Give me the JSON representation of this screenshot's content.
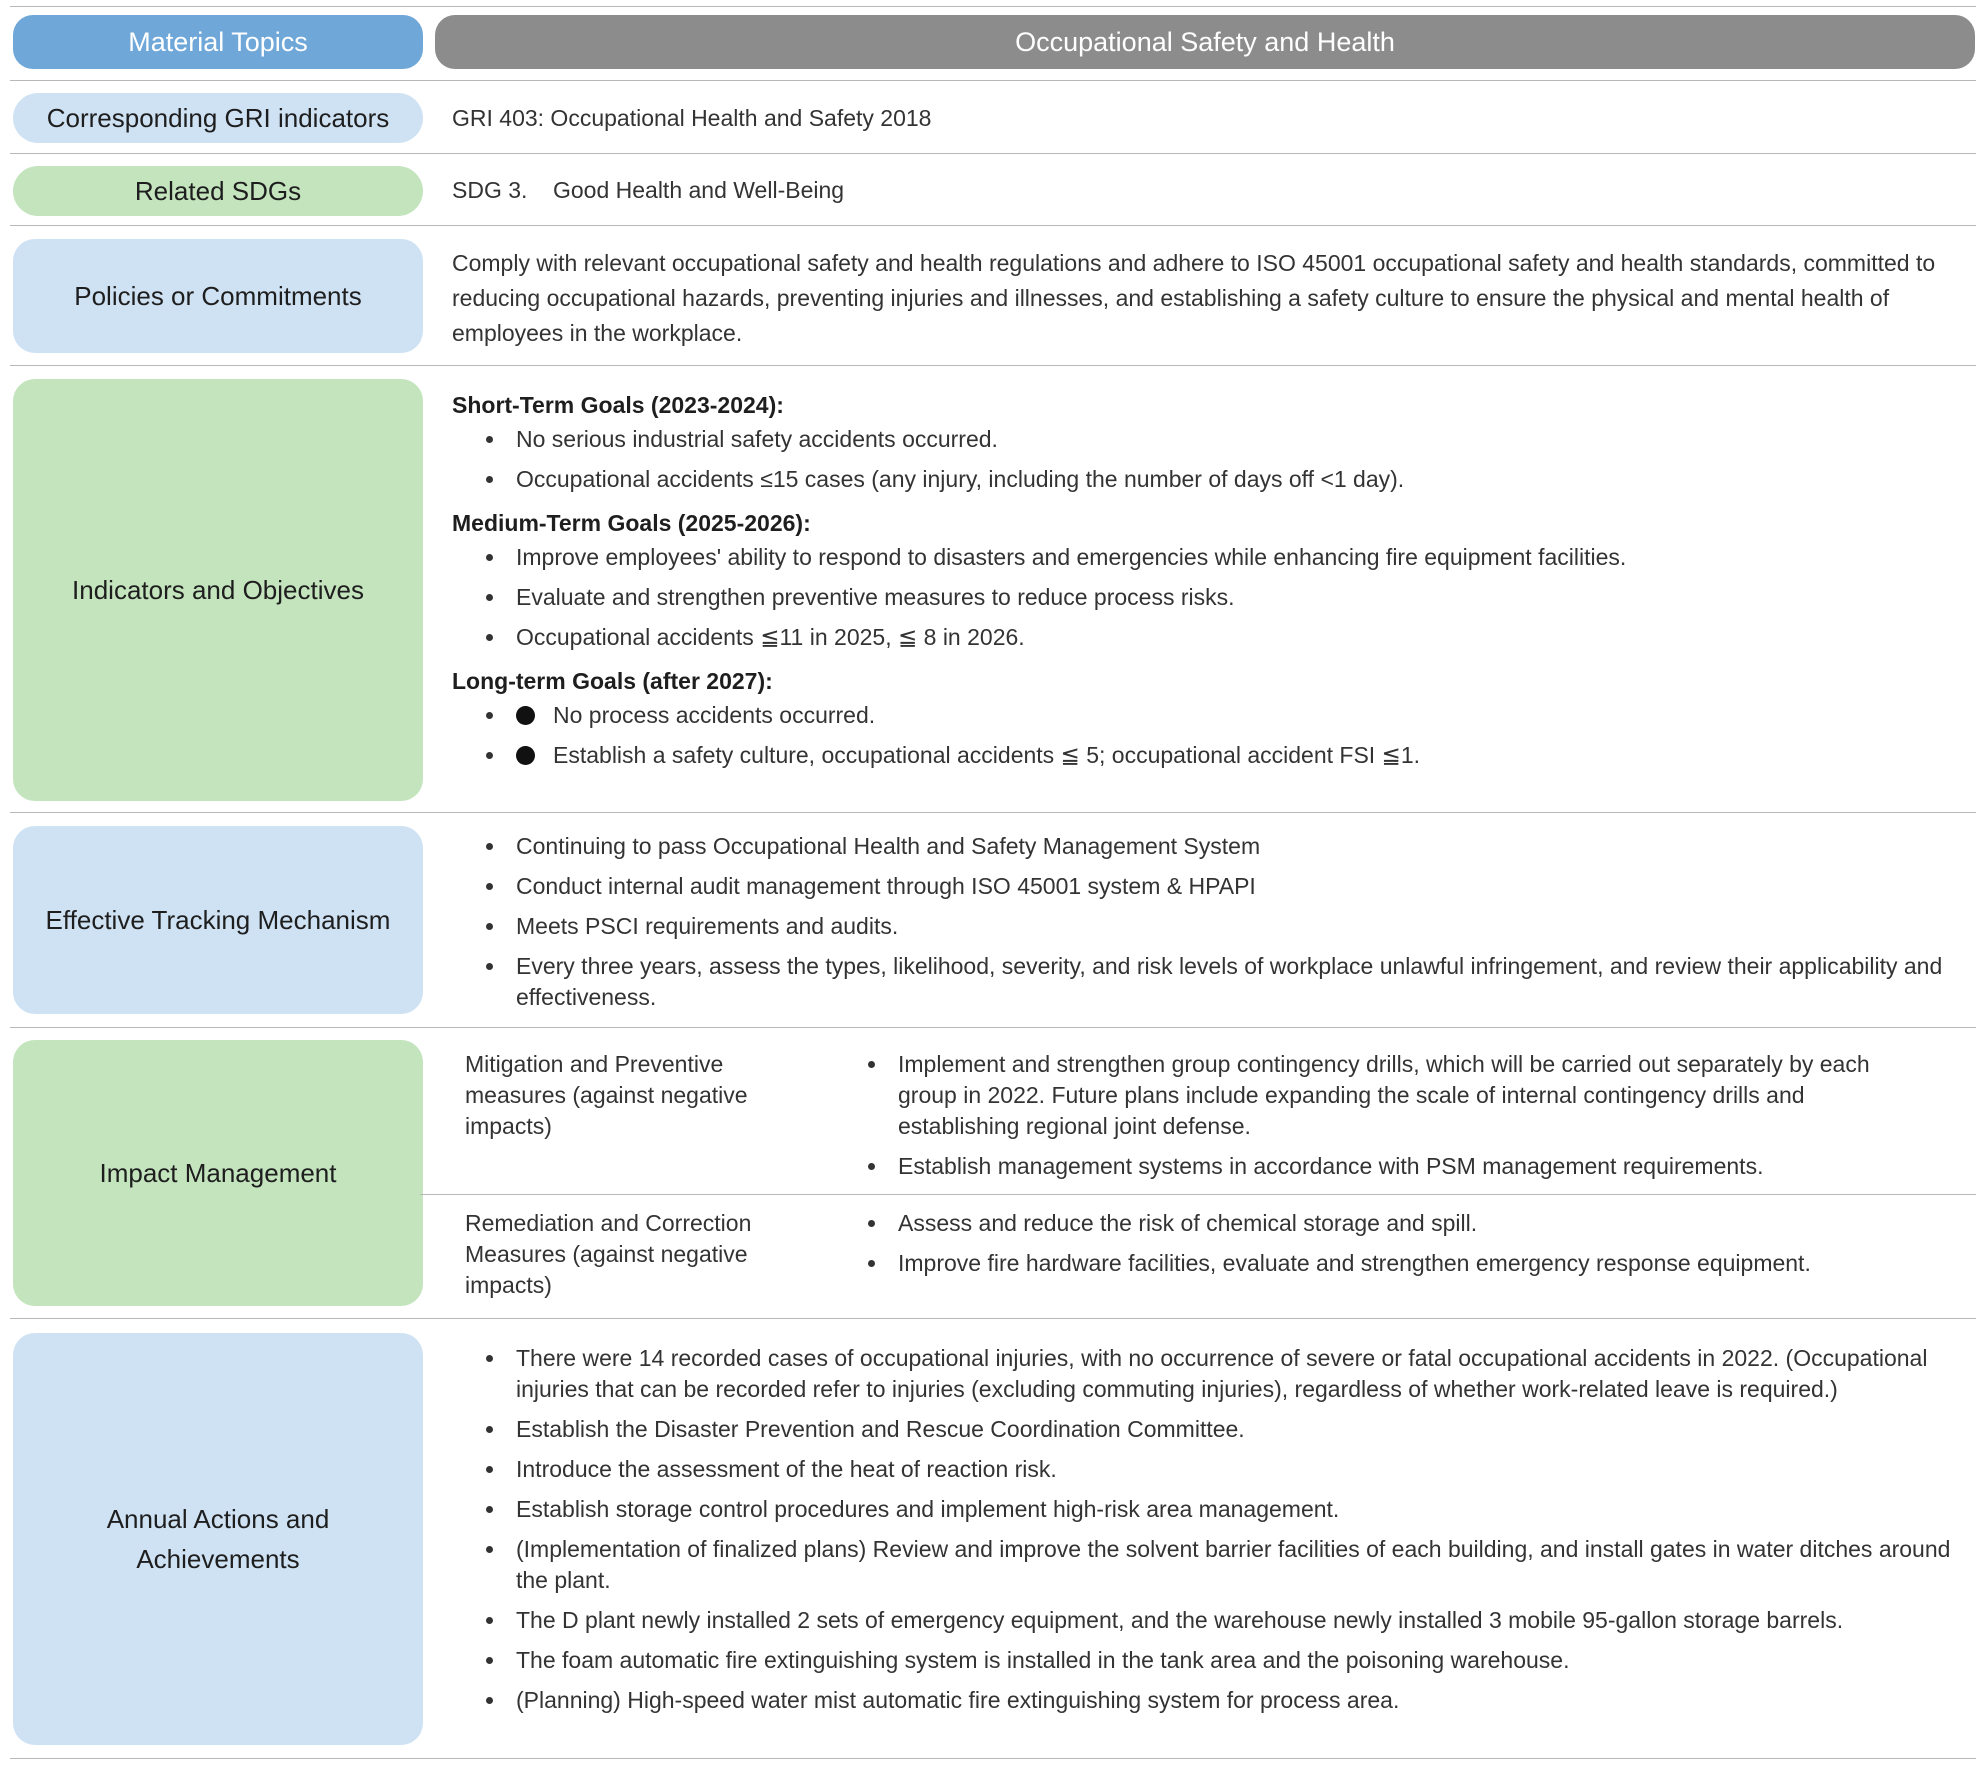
{
  "header": {
    "left": "Material Topics",
    "right": "Occupational Safety and Health"
  },
  "gri": {
    "label": "Corresponding GRI indicators",
    "value": "GRI 403: Occupational Health and Safety 2018"
  },
  "sdgs": {
    "label": "Related SDGs",
    "value": "SDG 3.    Good Health and Well-Being"
  },
  "policies": {
    "label": "Policies or Commitments",
    "text": "Comply with relevant occupational safety and health regulations and adhere to ISO 45001 occupational safety and health standards, committed to reducing occupational hazards, preventing injuries and illnesses, and establishing a safety culture to ensure the physical and mental health of employees in the workplace."
  },
  "indicators": {
    "label": "Indicators and Objectives",
    "short_heading": "Short-Term Goals (2023-2024):",
    "short": [
      "No serious industrial safety accidents occurred.",
      "Occupational accidents ≤15 cases (any injury, including the number of days off <1 day)."
    ],
    "medium_heading": "Medium-Term Goals (2025-2026):",
    "medium": [
      "Improve employees' ability to respond to disasters and emergencies while enhancing fire equipment facilities.",
      "Evaluate and strengthen preventive measures to reduce process risks.",
      "Occupational accidents ≦11 in 2025, ≦ 8 in 2026."
    ],
    "long_heading": "Long-term Goals (after 2027):",
    "long": [
      "No process accidents occurred.",
      "Establish a safety culture, occupational accidents ≦ 5; occupational accident FSI ≦1."
    ]
  },
  "tracking": {
    "label": "Effective Tracking Mechanism",
    "items": [
      "Continuing to pass Occupational Health and Safety Management System",
      "Conduct internal audit management through ISO 45001 system & HPAPI",
      "Meets PSCI requirements and audits.",
      "Every three years, assess the types, likelihood, severity, and risk levels of workplace unlawful infringement, and review their applicability and effectiveness."
    ]
  },
  "impact": {
    "label": "Impact Management",
    "mitigation_label": "Mitigation and Preventive measures (against negative impacts)",
    "mitigation": [
      "Implement and strengthen group contingency drills, which will be carried out separately by each group in 2022. Future plans include expanding the scale of internal contingency drills and establishing regional joint defense.",
      "Establish management systems in accordance with PSM management requirements."
    ],
    "remediation_label": "Remediation and Correction Measures (against negative impacts)",
    "remediation": [
      "Assess and reduce the risk of chemical storage and spill.",
      "Improve fire hardware facilities, evaluate and strengthen emergency response equipment."
    ]
  },
  "annual": {
    "label": "Annual Actions and Achievements",
    "items": [
      "There were 14 recorded cases of occupational injuries, with no occurrence of severe or fatal occupational accidents in 2022. (Occupational injuries that can be recorded refer to injuries (excluding commuting injuries), regardless of whether work-related leave is required.)",
      "Establish the Disaster Prevention and Rescue Coordination Committee.",
      "Introduce the assessment of the heat of reaction risk.",
      "Establish storage control procedures and implement high-risk area management.",
      "(Implementation of finalized plans) Review and improve the solvent barrier facilities of each building, and install gates in water ditches around the plant.",
      "The D plant newly installed 2 sets of emergency equipment, and the warehouse newly installed 3 mobile 95-gallon storage barrels.",
      "The foam automatic fire extinguishing system is installed in the tank area and the poisoning warehouse.",
      "(Planning) High-speed water mist automatic fire extinguishing system for process area."
    ]
  }
}
